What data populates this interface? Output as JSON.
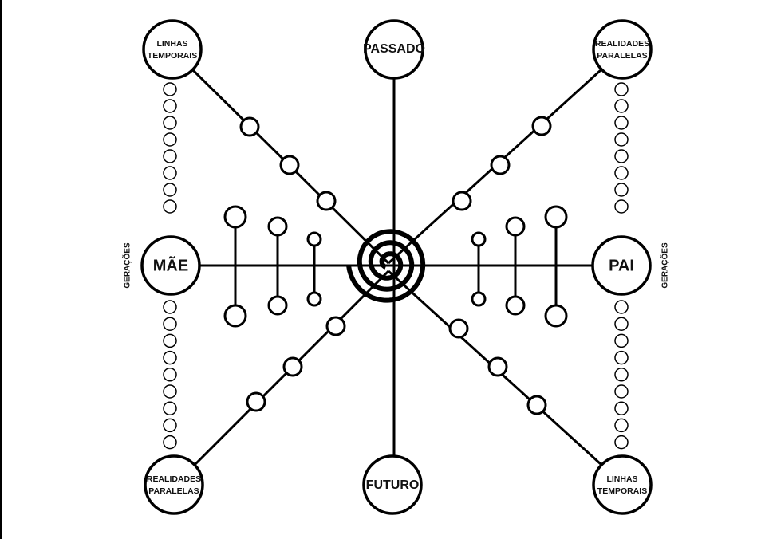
{
  "diagram": {
    "center": "spiral",
    "nodes": {
      "top_left": [
        "LINHAS",
        "TEMPORAIS"
      ],
      "top": "PASSADO",
      "top_right": [
        "REALIDADES",
        "PARALELAS"
      ],
      "left": "MÃE",
      "right": "PAI",
      "bottom_left": [
        "REALIDADES",
        "PARALELAS"
      ],
      "bottom": "FUTURO",
      "bottom_right": [
        "LINHAS",
        "TEMPORAIS"
      ]
    },
    "side_labels": {
      "left": "GERAÇÕES",
      "right": "GERAÇÕES"
    },
    "colors": {
      "stroke": "#000000",
      "background": "#ffffff"
    }
  }
}
